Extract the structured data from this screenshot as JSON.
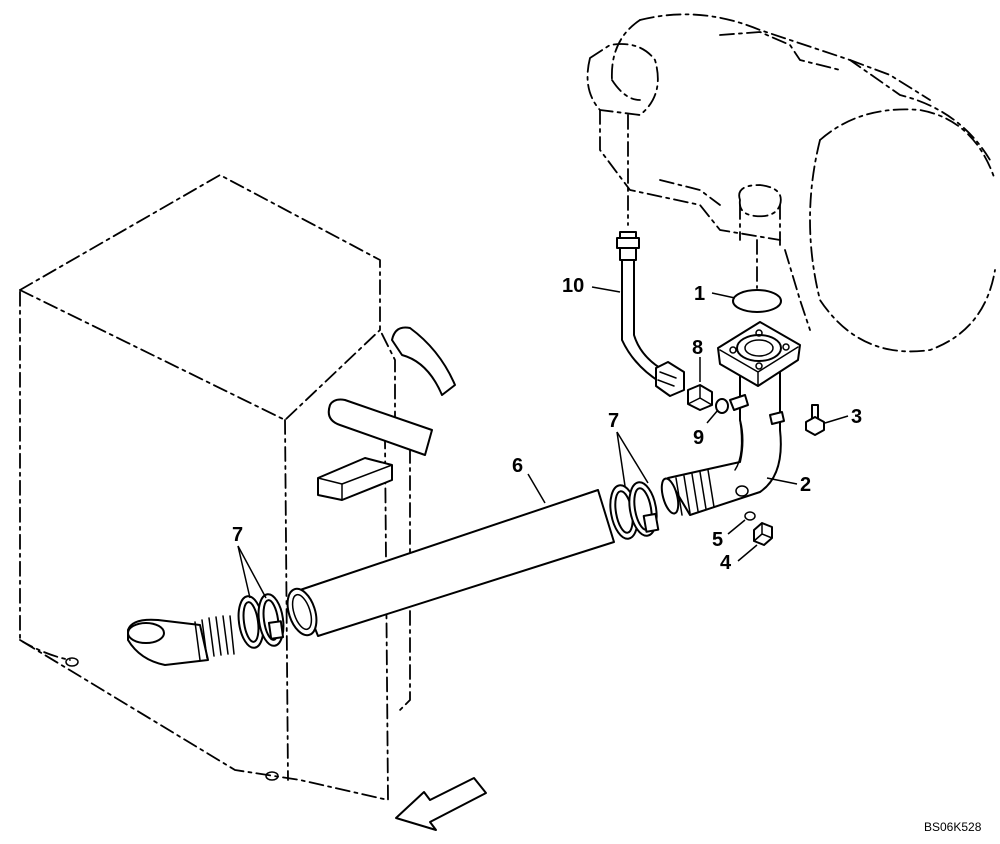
{
  "figure": {
    "code": "BS06K528",
    "callouts": {
      "c1": "1",
      "c2": "2",
      "c3": "3",
      "c4": "4",
      "c5": "5",
      "c6": "6",
      "c7a": "7",
      "c7b": "7",
      "c8": "8",
      "c9": "9",
      "c10": "10"
    }
  }
}
